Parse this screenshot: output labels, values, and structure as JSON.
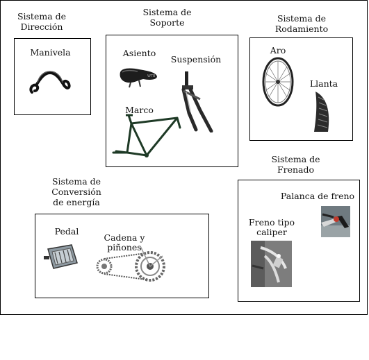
{
  "systems": {
    "direccion": {
      "title": "Sistema de\nDirección",
      "parts": {
        "manivela": "Manivela"
      }
    },
    "soporte": {
      "title": "Sistema de\nSoporte",
      "parts": {
        "asiento": "Asiento",
        "suspension": "Suspensión",
        "marco": "Marco"
      }
    },
    "rodamiento": {
      "title": "Sistema de\nRodamiento",
      "parts": {
        "aro": "Aro",
        "llanta": "Llanta"
      }
    },
    "frenado": {
      "title": "Sistema de\nFrenado",
      "parts": {
        "palanca": "Palanca de freno",
        "caliper": "Freno tipo\ncaliper"
      }
    },
    "conversion": {
      "title": "Sistema de\nConversión\nde energía",
      "parts": {
        "pedal": "Pedal",
        "cadena": "Cadena y\npiñones"
      }
    }
  },
  "icons": [
    "handlebar-icon",
    "saddle-icon",
    "suspension-fork-icon",
    "bike-frame-icon",
    "wheel-rim-icon",
    "tire-icon",
    "brake-lever-icon",
    "caliper-brake-icon",
    "pedal-icon",
    "chain-sprockets-icon"
  ]
}
